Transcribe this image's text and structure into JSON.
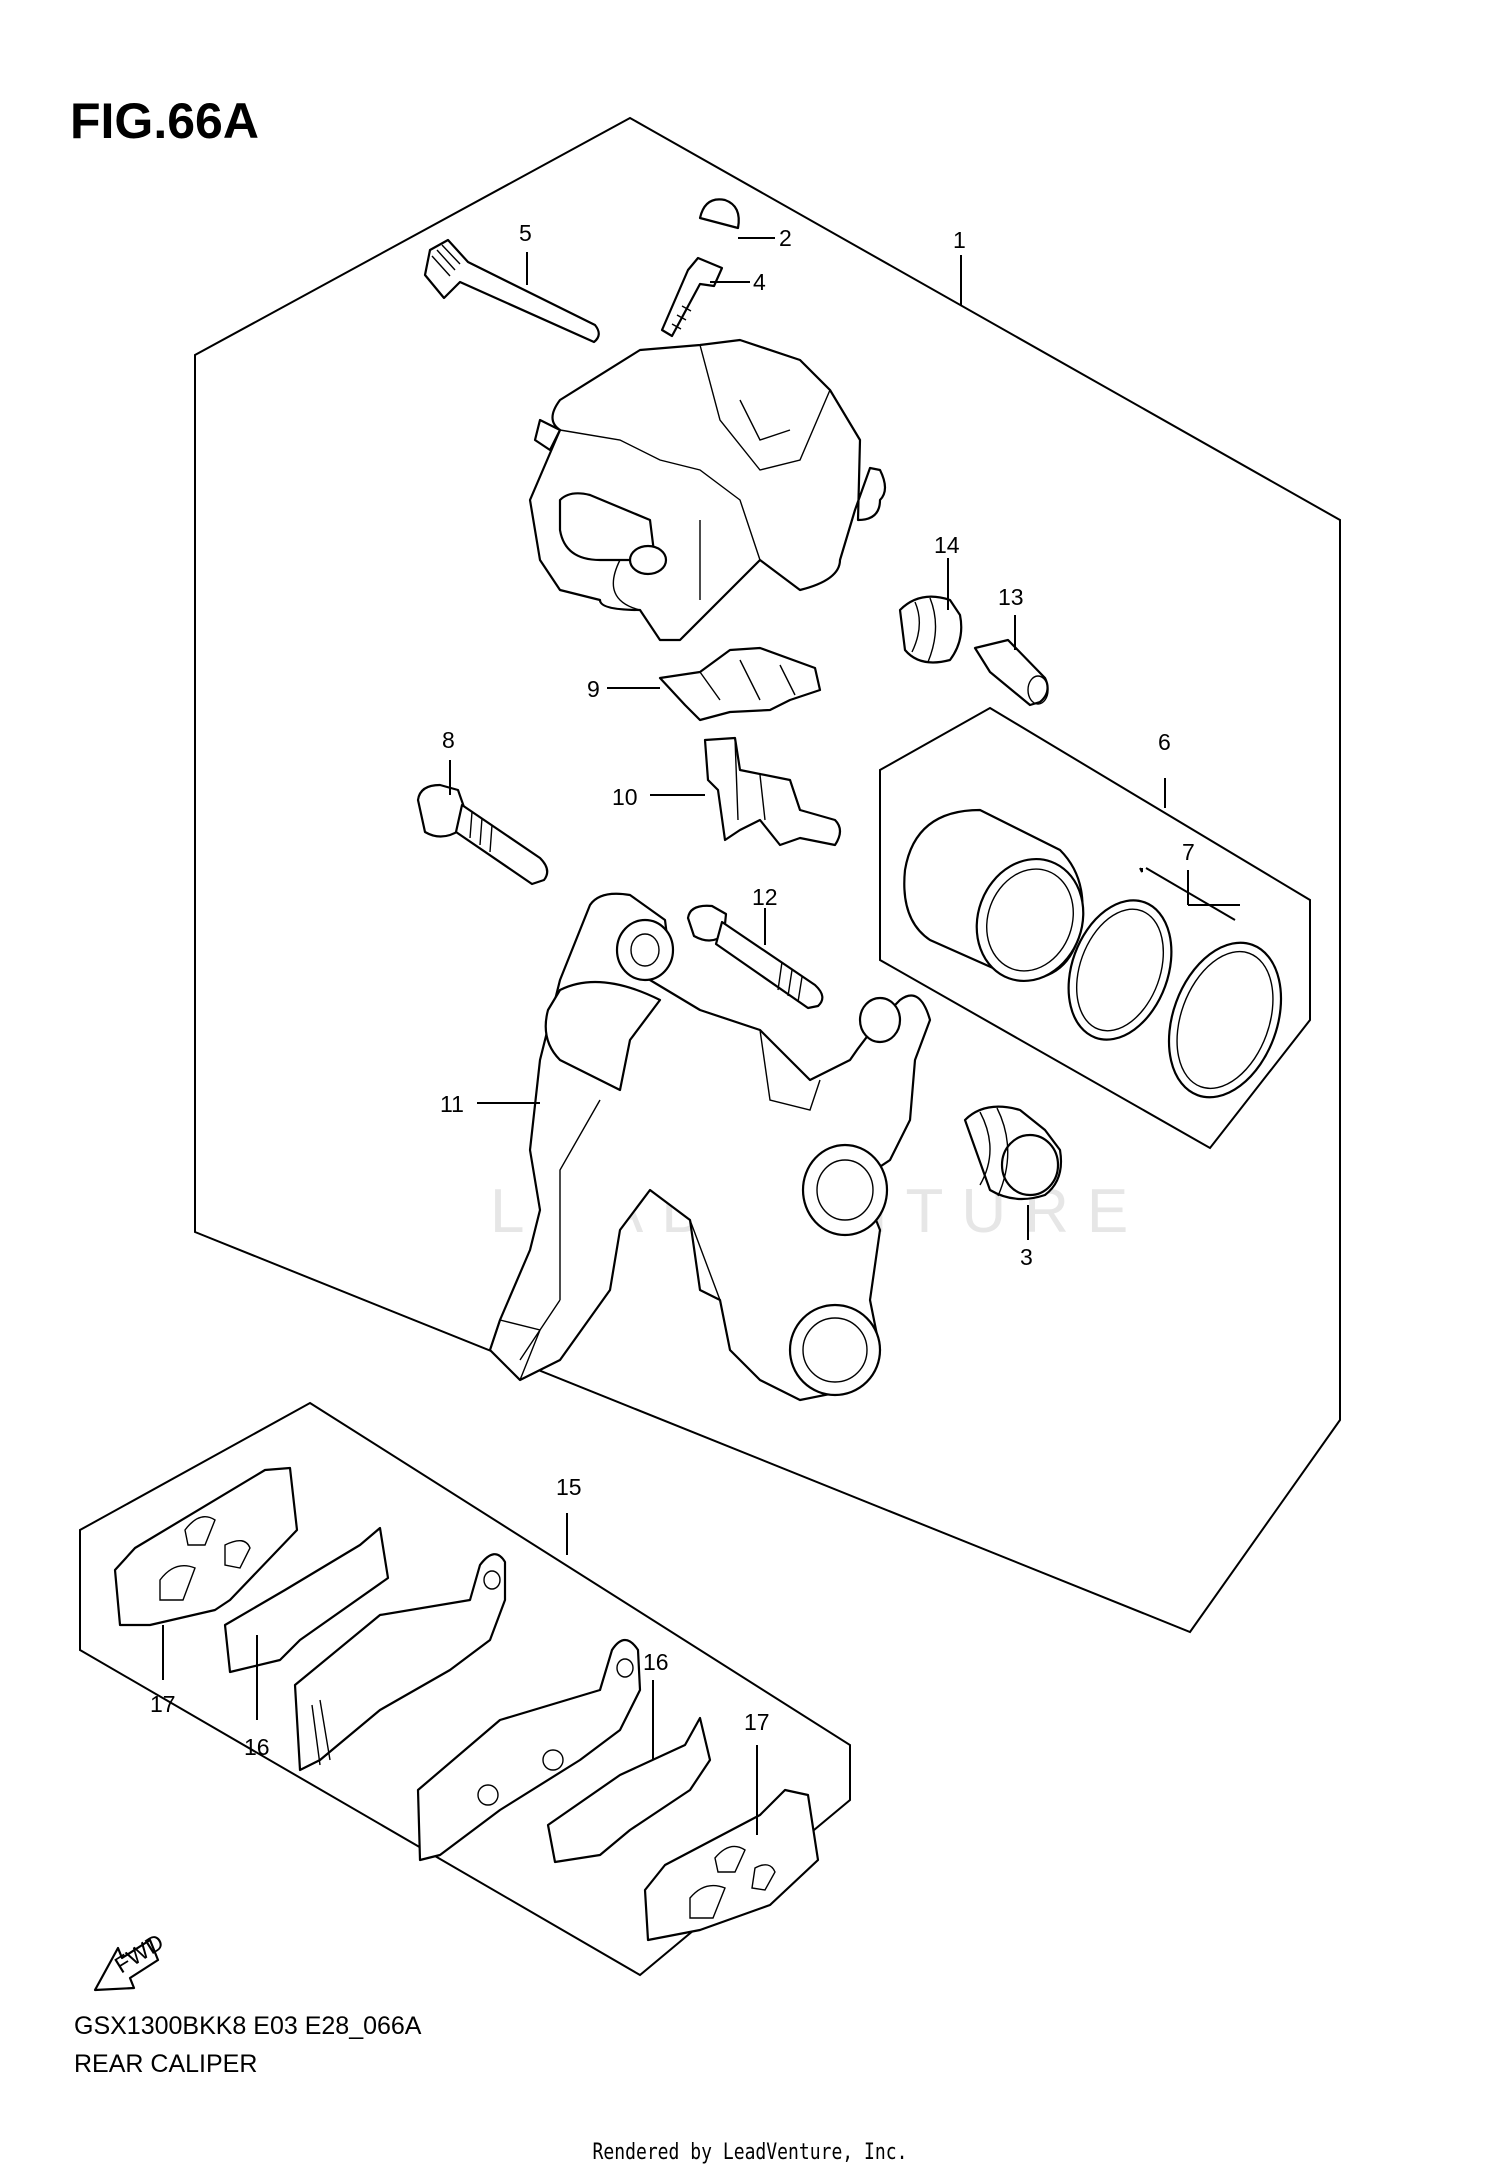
{
  "figure": {
    "title": "FIG.66A",
    "model_code": "GSX1300BKK8 E03 E28_066A",
    "caption": "REAR CALIPER",
    "footer": "Rendered by LeadVenture, Inc.",
    "watermark": "LEADVENTURE",
    "fwd_arrow": "FWD"
  },
  "callouts": {
    "c1": "1",
    "c2": "2",
    "c3": "3",
    "c4": "4",
    "c5": "5",
    "c6": "6",
    "c7": "7",
    "c8": "8",
    "c9": "9",
    "c10": "10",
    "c11": "11",
    "c12": "12",
    "c13": "13",
    "c14": "14",
    "c15": "15",
    "c16a": "16",
    "c16b": "16",
    "c17a": "17",
    "c17b": "17"
  }
}
